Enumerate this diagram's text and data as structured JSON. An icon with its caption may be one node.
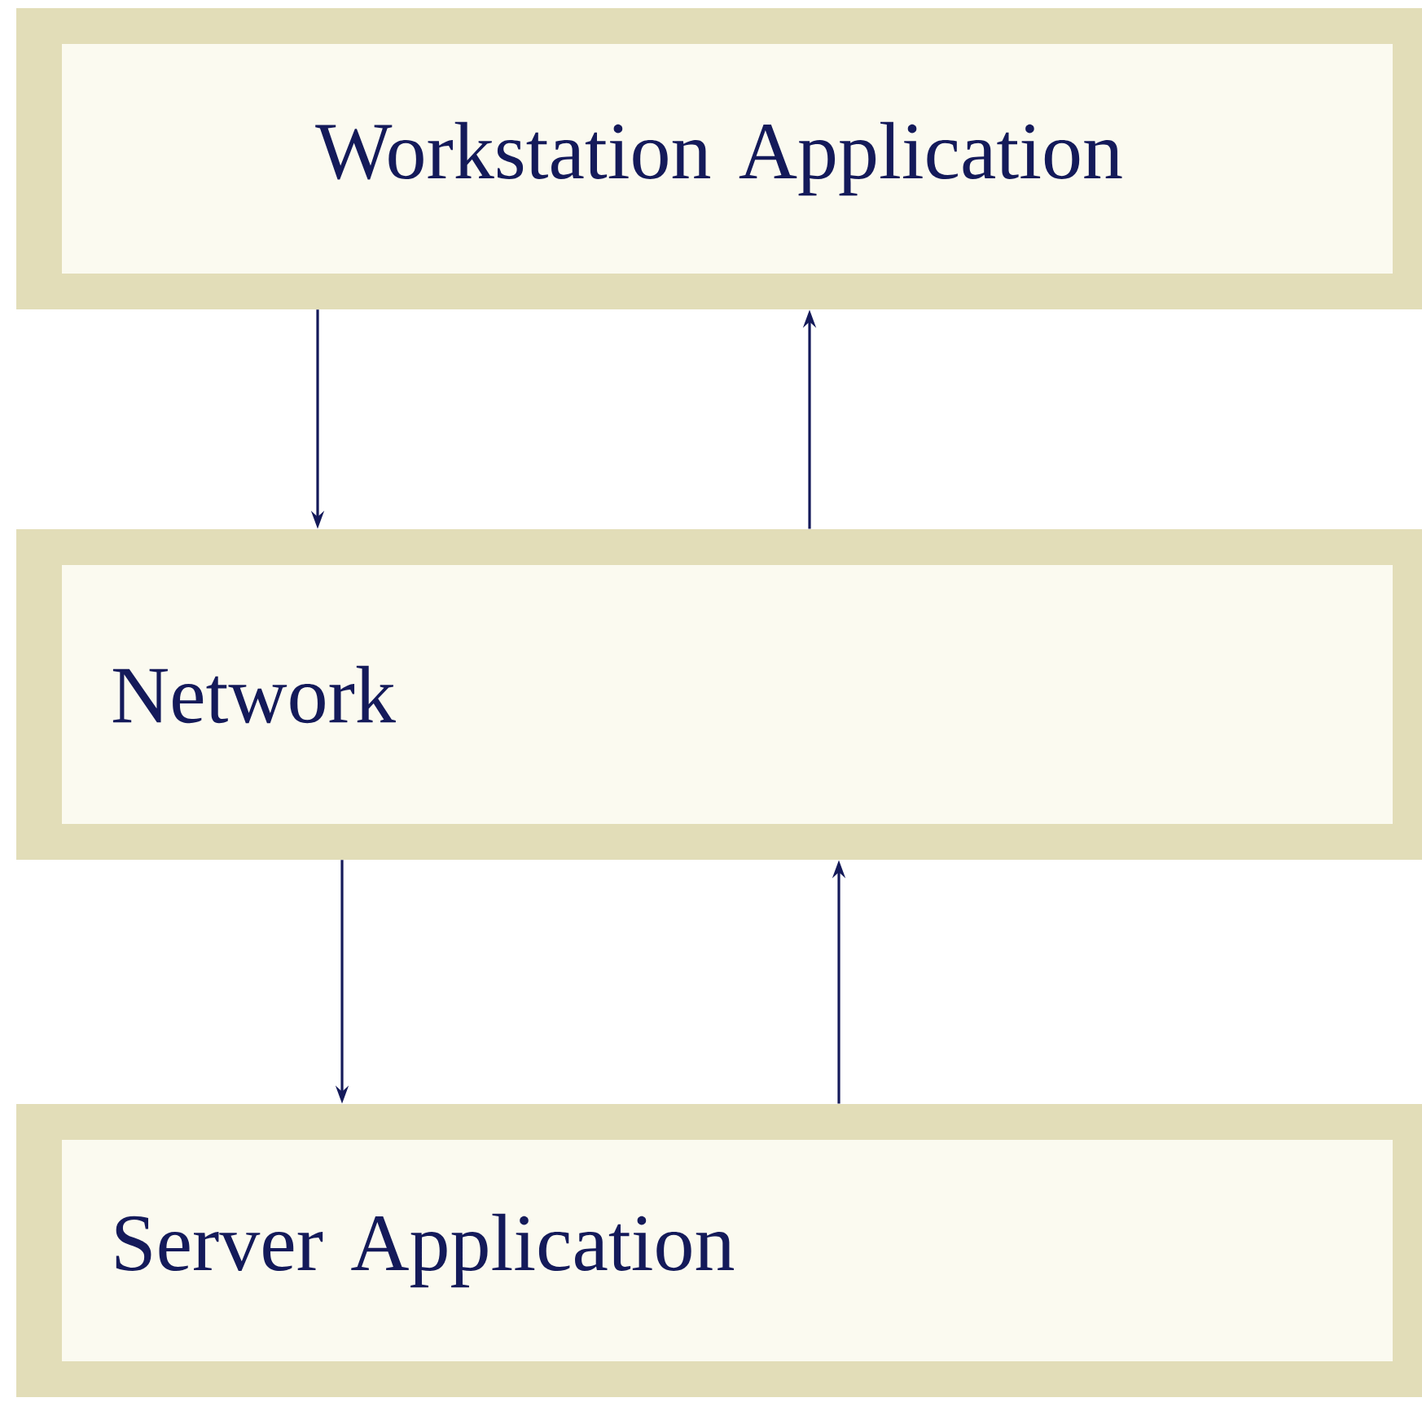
{
  "diagram": {
    "nodes": [
      {
        "text": [
          "Workstation Application"
        ]
      },
      {
        "text": [
          "Network"
        ]
      },
      {
        "text": [
          "Server Application"
        ]
      }
    ],
    "edges": [
      {
        "from": 0,
        "to": 1,
        "arrow": "to"
      },
      {
        "from": 1,
        "to": 0,
        "arrow": "to"
      },
      {
        "from": 1,
        "to": 2,
        "arrow": "to"
      },
      {
        "from": 2,
        "to": 1,
        "arrow": "to"
      }
    ]
  }
}
